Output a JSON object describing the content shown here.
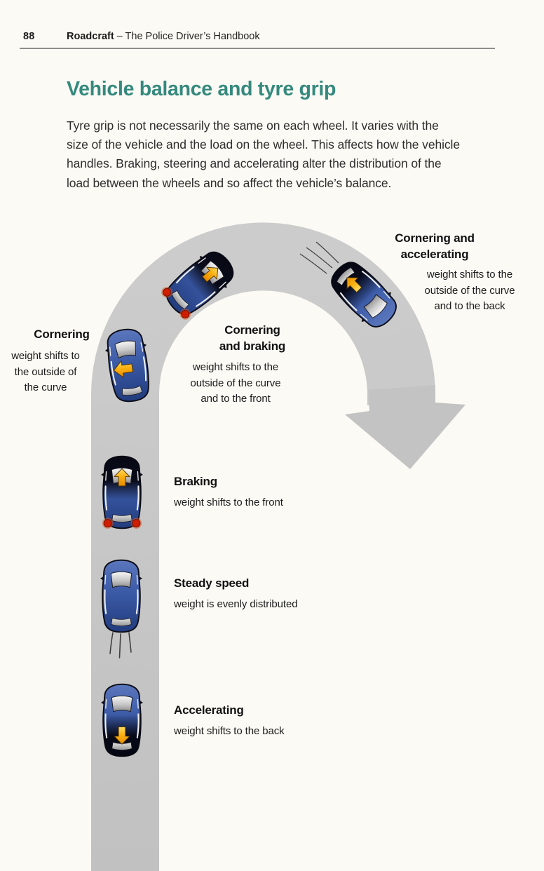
{
  "header": {
    "page_number": "88",
    "book_title": "Roadcraft",
    "book_subtitle": "– The Police Driver’s Handbook"
  },
  "article": {
    "title": "Vehicle balance and tyre grip",
    "intro": "Tyre grip is not necessarily the same on each wheel. It varies with the\nsize of the vehicle and the load on the wheel. This affects how the vehicle\nhandles. Braking, steering and accelerating alter the distribution of the\nload between the wheels and so affect the vehicle’s balance."
  },
  "diagram": {
    "colors": {
      "accent_teal": "#35897e",
      "road_gray": "#c5c5c5",
      "car_blue": "#3b5aa6",
      "arrow_orange": "#f9a800",
      "brake_red": "#cf1d00"
    },
    "stages": [
      {
        "id": "cornering-accelerating",
        "title": "Cornering and\naccelerating",
        "description": "weight shifts to the\noutside of the curve\nand to the back"
      },
      {
        "id": "cornering",
        "title": "Cornering",
        "description": "weight shifts to\nthe outside of\nthe curve"
      },
      {
        "id": "cornering-braking",
        "title": "Cornering\nand braking",
        "description": "weight shifts to the\noutside of the curve\nand to the front"
      },
      {
        "id": "braking",
        "title": "Braking",
        "description": "weight shifts to the front"
      },
      {
        "id": "steady-speed",
        "title": "Steady speed",
        "description": "weight is evenly distributed"
      },
      {
        "id": "accelerating",
        "title": "Accelerating",
        "description": "weight shifts to the back"
      }
    ]
  }
}
